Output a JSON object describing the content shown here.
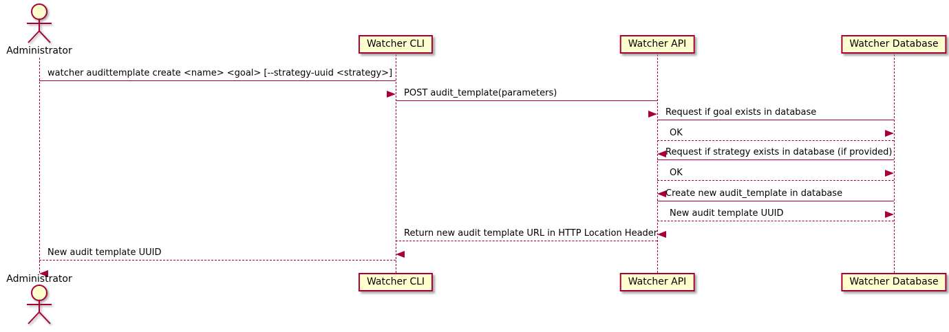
{
  "diagram": {
    "type": "uml-sequence-diagram",
    "colors": {
      "border": "#A80036",
      "arrow": "#A80036",
      "participant_fill": "#FEFECE",
      "text": "#000000",
      "background": "#FFFFFF"
    },
    "participants": [
      {
        "name": "Administrator",
        "type": "actor"
      },
      {
        "name": "Watcher CLI",
        "type": "participant"
      },
      {
        "name": "Watcher API",
        "type": "participant"
      },
      {
        "name": "Watcher Database",
        "type": "participant"
      }
    ],
    "messages": [
      {
        "from": "Administrator",
        "to": "Watcher CLI",
        "style": "solid",
        "text": "watcher audittemplate create <name> <goal> [--strategy-uuid <strategy>]"
      },
      {
        "from": "Watcher CLI",
        "to": "Watcher API",
        "style": "solid",
        "text": "POST audit_template(parameters)"
      },
      {
        "from": "Watcher API",
        "to": "Watcher Database",
        "style": "solid",
        "text": "Request if goal exists in database"
      },
      {
        "from": "Watcher Database",
        "to": "Watcher API",
        "style": "dashed",
        "text": "OK"
      },
      {
        "from": "Watcher API",
        "to": "Watcher Database",
        "style": "solid",
        "text": "Request if strategy exists in database (if provided)"
      },
      {
        "from": "Watcher Database",
        "to": "Watcher API",
        "style": "dashed",
        "text": "OK"
      },
      {
        "from": "Watcher API",
        "to": "Watcher Database",
        "style": "solid",
        "text": "Create new audit_template in database"
      },
      {
        "from": "Watcher Database",
        "to": "Watcher API",
        "style": "dashed",
        "text": "New audit template UUID"
      },
      {
        "from": "Watcher API",
        "to": "Watcher CLI",
        "style": "dashed",
        "text": "Return new audit template URL in HTTP Location Header"
      },
      {
        "from": "Watcher CLI",
        "to": "Administrator",
        "style": "dashed",
        "text": "New audit template UUID"
      }
    ]
  }
}
